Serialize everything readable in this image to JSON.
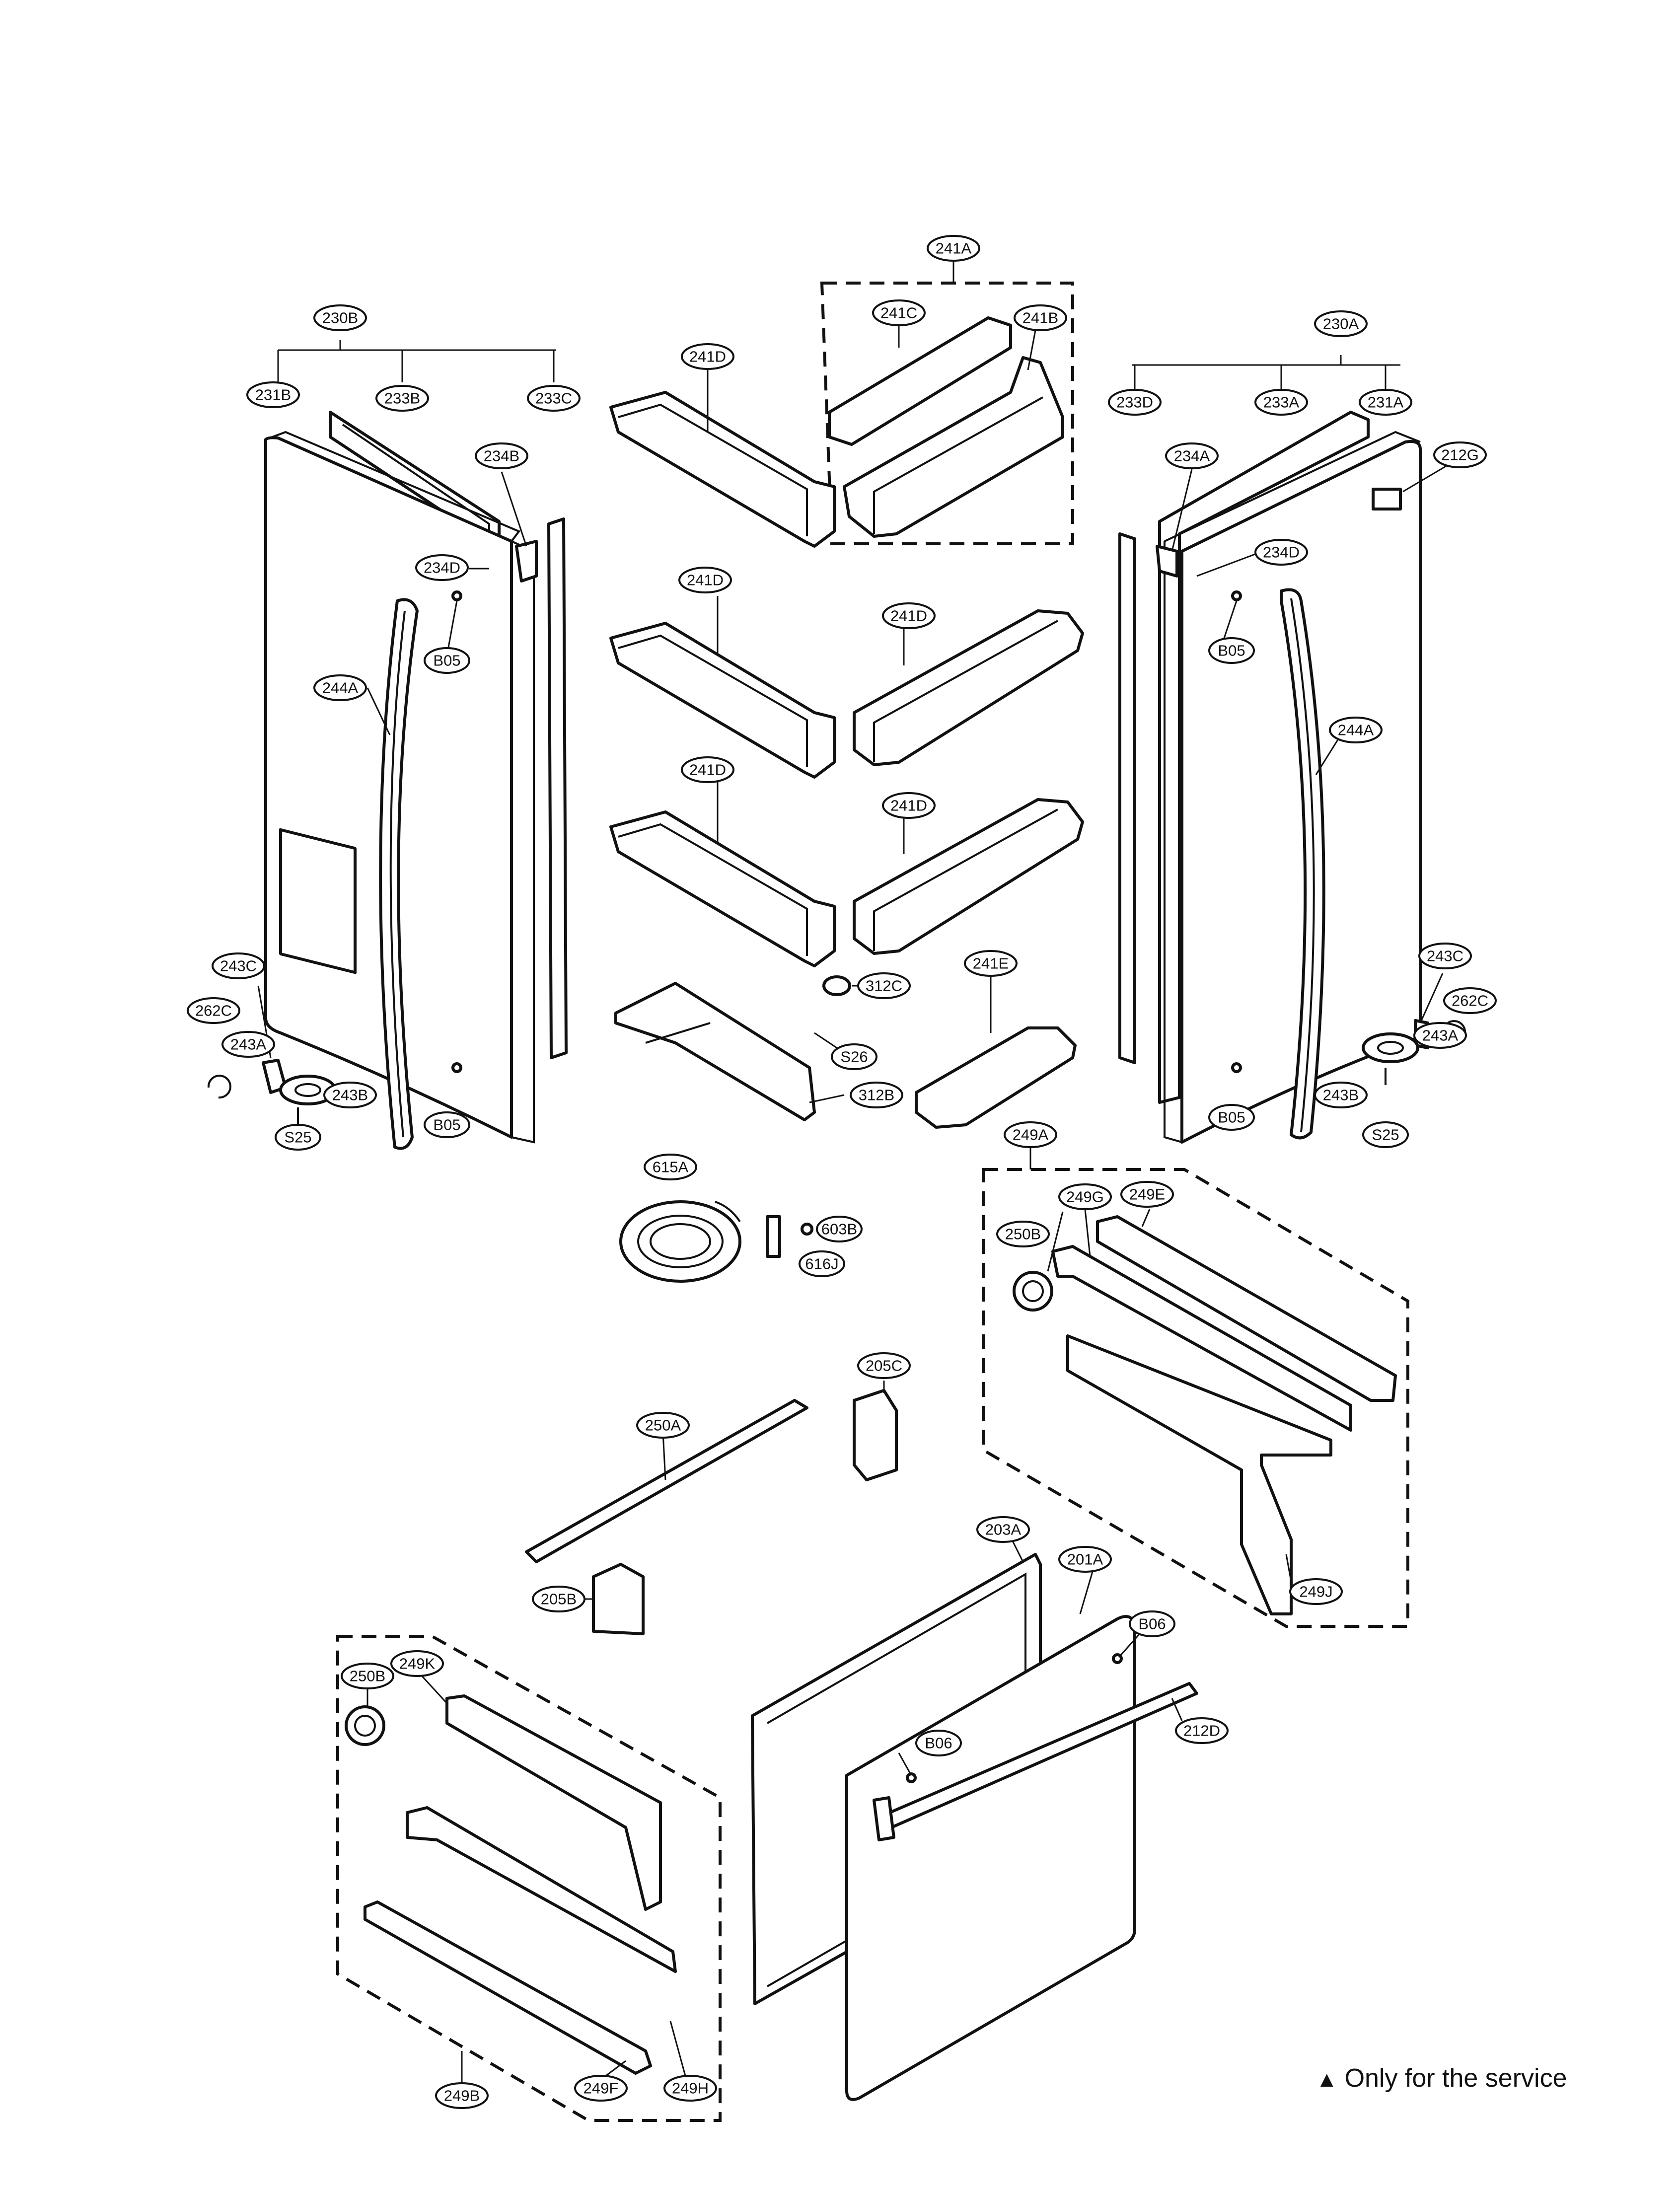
{
  "diagram": {
    "parts": [
      {
        "label": "241A"
      },
      {
        "label": "241C"
      },
      {
        "label": "241B"
      },
      {
        "label": "230B"
      },
      {
        "label": "241D"
      },
      {
        "label": "230A"
      },
      {
        "label": "231B"
      },
      {
        "label": "233B"
      },
      {
        "label": "233C"
      },
      {
        "label": "233D"
      },
      {
        "label": "233A"
      },
      {
        "label": "231A"
      },
      {
        "label": "234B"
      },
      {
        "label": "234A"
      },
      {
        "label": "212G"
      },
      {
        "label": "234D"
      },
      {
        "label": "234D"
      },
      {
        "label": "241D"
      },
      {
        "label": "241D"
      },
      {
        "label": "B05"
      },
      {
        "label": "B05"
      },
      {
        "label": "244A"
      },
      {
        "label": "244A"
      },
      {
        "label": "241D"
      },
      {
        "label": "241D"
      },
      {
        "label": "243C"
      },
      {
        "label": "243C"
      },
      {
        "label": "312C"
      },
      {
        "label": "241E"
      },
      {
        "label": "262C"
      },
      {
        "label": "262C"
      },
      {
        "label": "243A"
      },
      {
        "label": "243A"
      },
      {
        "label": "S26"
      },
      {
        "label": "243B"
      },
      {
        "label": "243B"
      },
      {
        "label": "312B"
      },
      {
        "label": "B05"
      },
      {
        "label": "B05"
      },
      {
        "label": "S25"
      },
      {
        "label": "S25"
      },
      {
        "label": "249A"
      },
      {
        "label": "615A"
      },
      {
        "label": "249G"
      },
      {
        "label": "249E"
      },
      {
        "label": "603B"
      },
      {
        "label": "250B"
      },
      {
        "label": "616J"
      },
      {
        "label": "205C"
      },
      {
        "label": "250A"
      },
      {
        "label": "203A"
      },
      {
        "label": "201A"
      },
      {
        "label": "249J"
      },
      {
        "label": "205B"
      },
      {
        "label": "B06"
      },
      {
        "label": "249K"
      },
      {
        "label": "250B"
      },
      {
        "label": "212D"
      },
      {
        "label": "B06"
      },
      {
        "label": "249H"
      },
      {
        "label": "249B"
      },
      {
        "label": "249F"
      }
    ]
  },
  "footer": {
    "service_marker": "▲",
    "service_note": "Only for the service"
  }
}
